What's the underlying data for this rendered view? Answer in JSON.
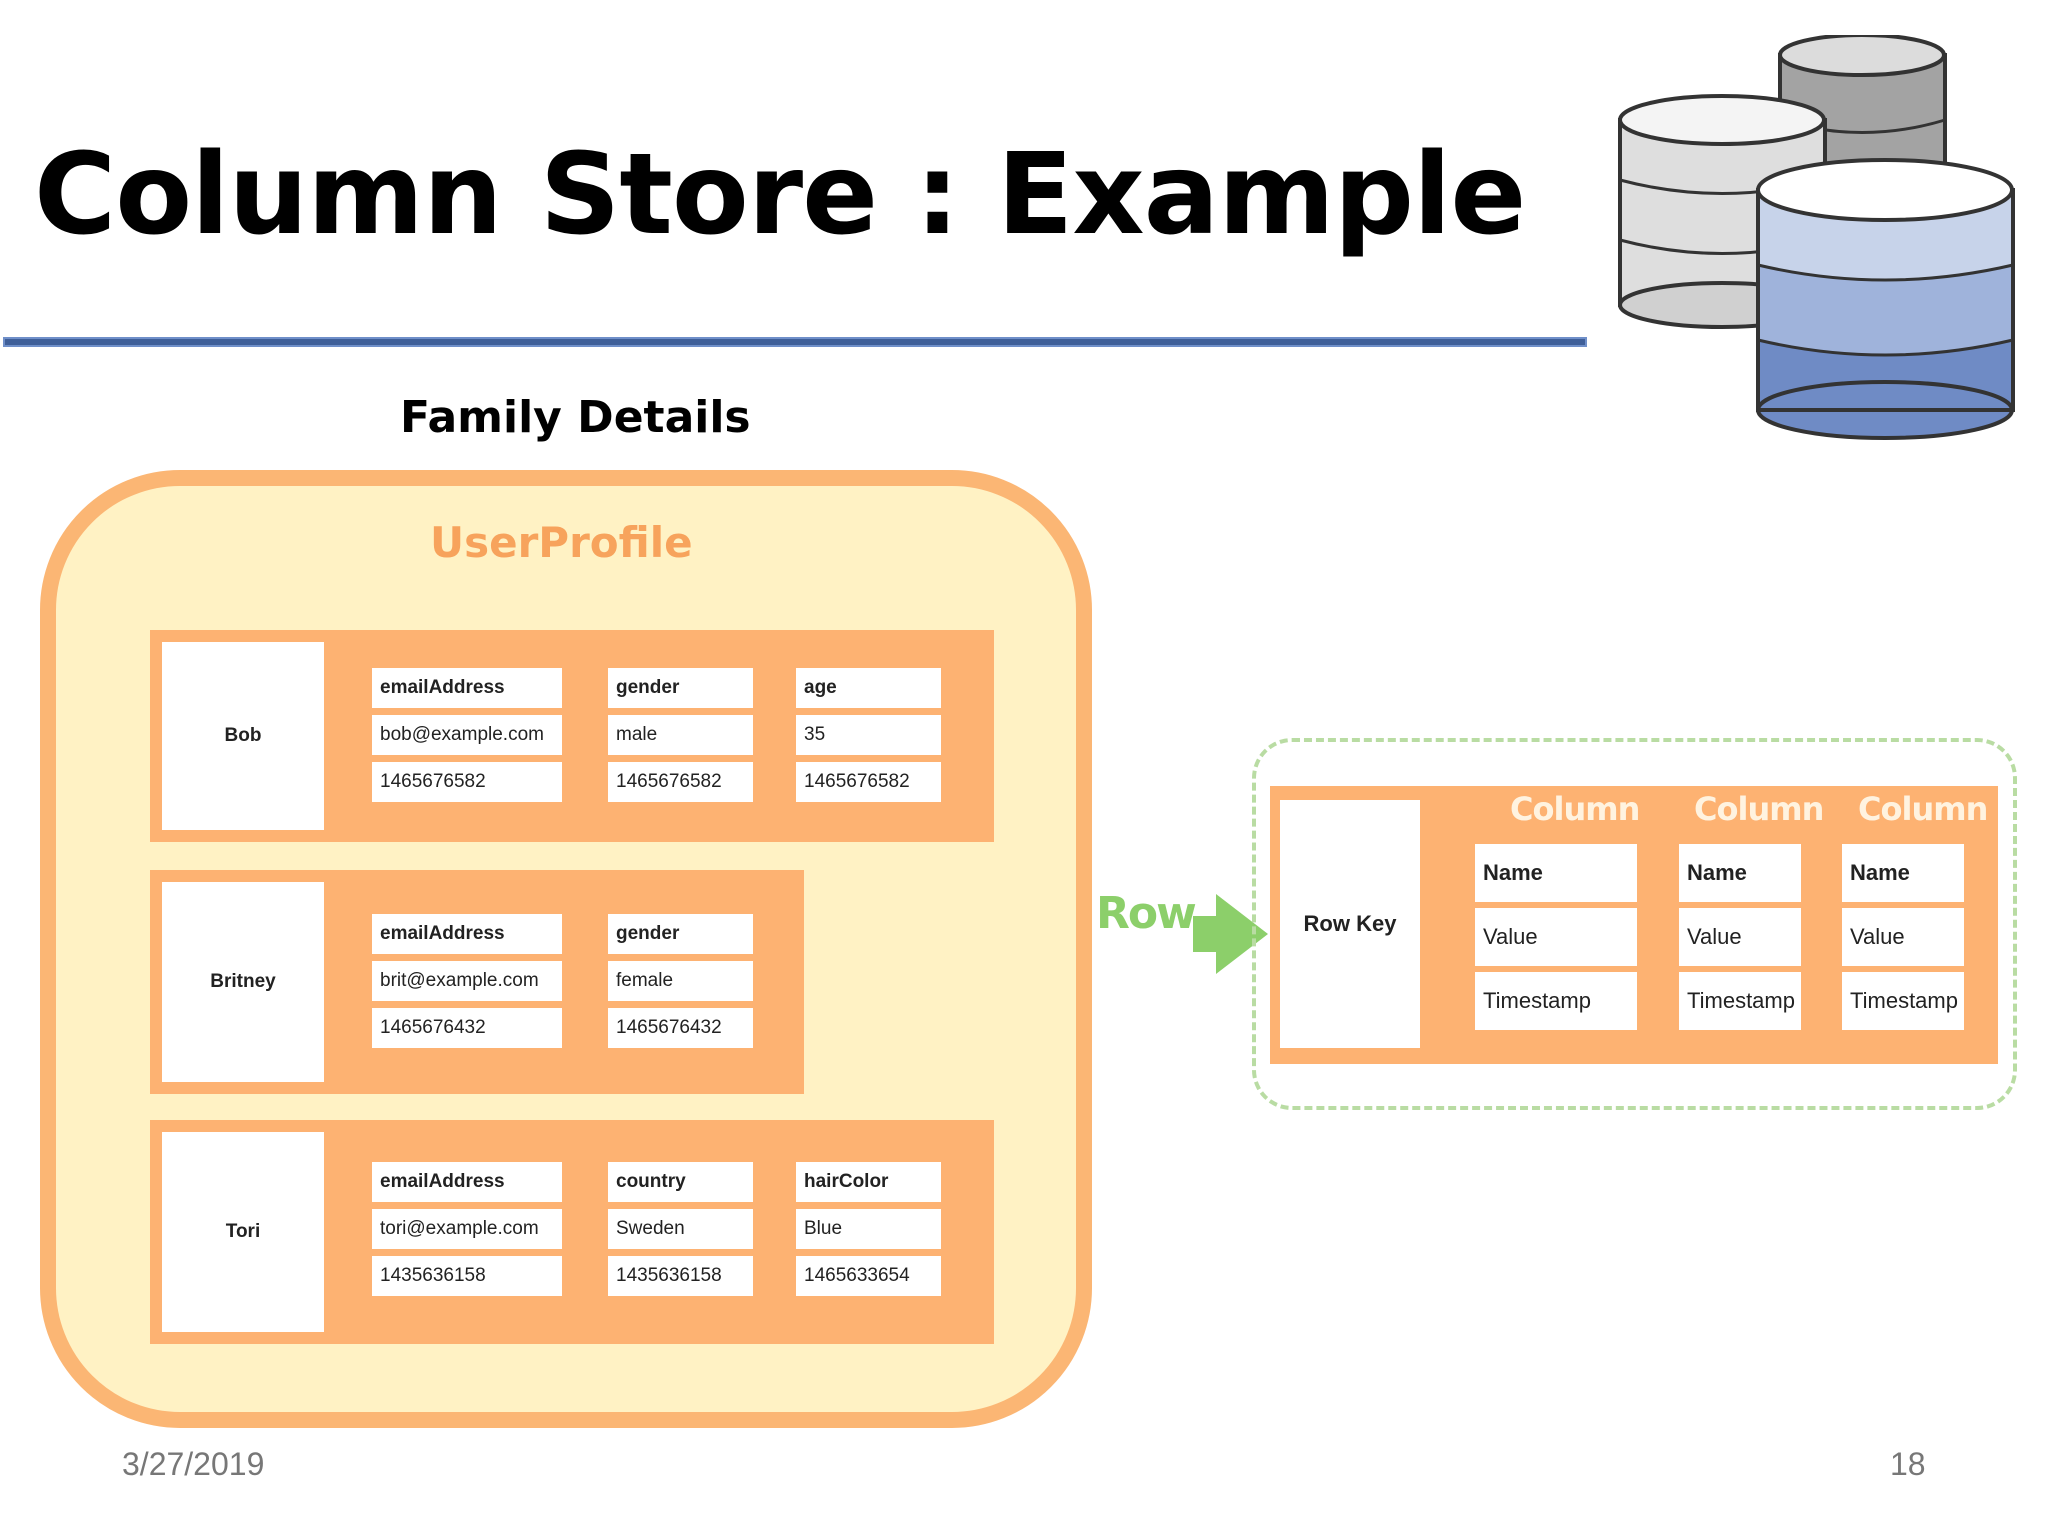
{
  "title": "Column Store : Example",
  "section_title": "Family Details",
  "userprofile": {
    "title": "UserProfile",
    "rows": [
      {
        "key": "Bob",
        "columns": [
          {
            "name": "emailAddress",
            "value": "bob@example.com",
            "timestamp": "1465676582"
          },
          {
            "name": "gender",
            "value": "male",
            "timestamp": "1465676582"
          },
          {
            "name": "age",
            "value": "35",
            "timestamp": "1465676582"
          }
        ]
      },
      {
        "key": "Britney",
        "columns": [
          {
            "name": "emailAddress",
            "value": "brit@example.com",
            "timestamp": "1465676432"
          },
          {
            "name": "gender",
            "value": "female",
            "timestamp": "1465676432"
          }
        ]
      },
      {
        "key": "Tori",
        "columns": [
          {
            "name": "emailAddress",
            "value": "tori@example.com",
            "timestamp": "1435636158"
          },
          {
            "name": "country",
            "value": "Sweden",
            "timestamp": "1435636158"
          },
          {
            "name": "hairColor",
            "value": "Blue",
            "timestamp": "1465633654"
          }
        ]
      }
    ]
  },
  "legend": {
    "arrow_label": "Row",
    "row_key": "Row Key",
    "columns": [
      {
        "title": "Column",
        "name": "Name",
        "value": "Value",
        "timestamp": "Timestamp"
      },
      {
        "title": "Column",
        "name": "Name",
        "value": "Value",
        "timestamp": "Timestamp"
      },
      {
        "title": "Column",
        "name": "Name",
        "value": "Value",
        "timestamp": "Timestamp"
      }
    ]
  },
  "footer": {
    "date": "3/27/2019",
    "page": "18"
  },
  "colors": {
    "accent_orange": "#fdb272",
    "frame_orange": "#fbb674",
    "frame_fill": "#fff2c4",
    "arrow_green": "#8ccf6a",
    "rule_blue": "#3f5f99"
  },
  "icons": {
    "database": "database-stack-icon",
    "arrow": "arrow-right-icon"
  }
}
